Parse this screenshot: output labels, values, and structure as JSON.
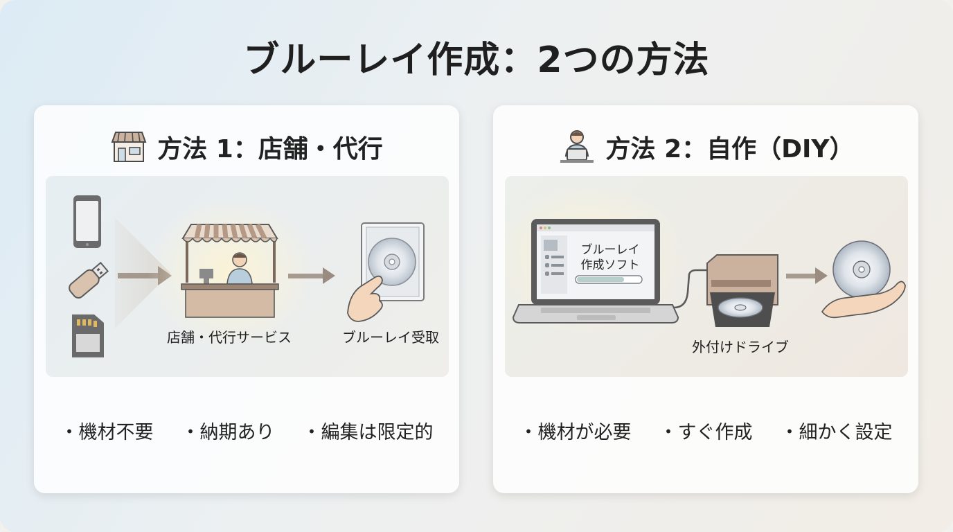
{
  "title": "ブルーレイ作成：2つの方法",
  "method1": {
    "heading": "方法 1：店舗・代行",
    "labels": {
      "service": "店舗・代行サービス",
      "receive": "ブルーレイ受取"
    },
    "bullets": [
      "・機材不要",
      "・納期あり",
      "・編集は限定的"
    ]
  },
  "method2": {
    "heading": "方法 2：自作（DIY）",
    "software_line1": "ブルーレイ",
    "software_line2": "作成ソフト",
    "drive_label": "外付けドライブ",
    "bullets": [
      "・機材が必要",
      "・すぐ作成",
      "・細かく設定"
    ]
  },
  "icons": [
    "store-icon",
    "person-laptop-icon",
    "smartphone-icon",
    "usb-drive-icon",
    "sd-card-icon",
    "shop-counter-icon",
    "bluray-case-icon",
    "laptop-icon",
    "external-drive-icon",
    "disc-in-hand-icon"
  ],
  "colors": {
    "accent_tan": "#cbb29f",
    "arrow": "#9a8c80"
  }
}
